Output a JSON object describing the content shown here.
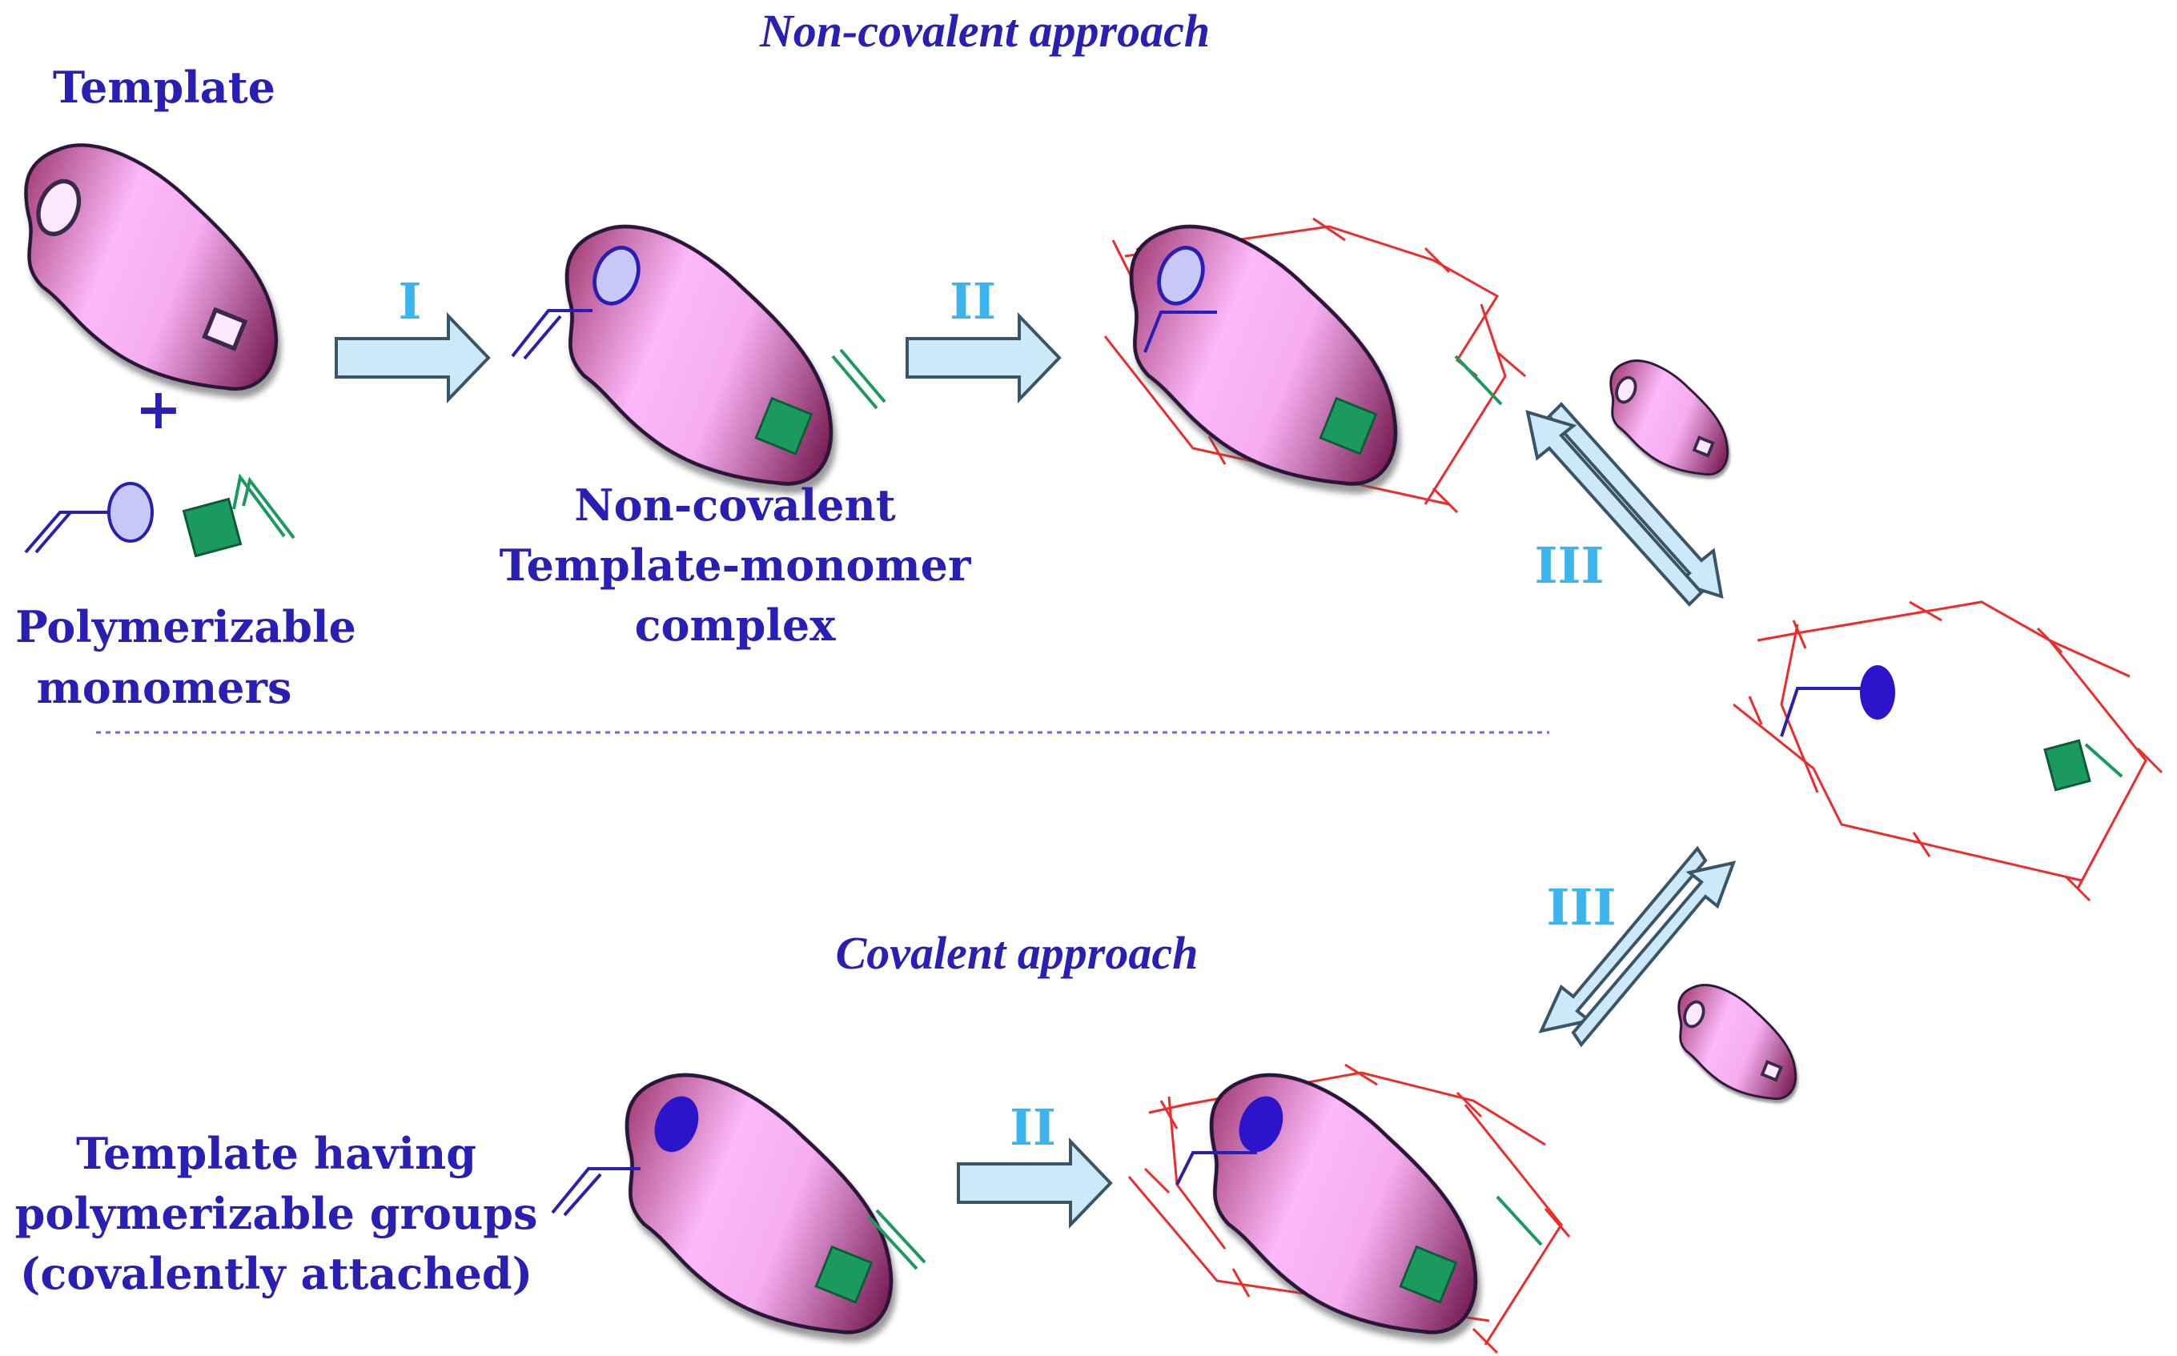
{
  "title_noncovalent": "Non-covalent approach",
  "title_covalent": "Covalent approach",
  "label_template": "Template",
  "label_plus": "+",
  "label_monomers": [
    "Polymerizable",
    "monomers"
  ],
  "label_complex": [
    "Non-covalent",
    "Template-monomer",
    "complex"
  ],
  "label_covalent_template": [
    "Template having",
    "polymerizable groups",
    "(covalently attached)"
  ],
  "steps": {
    "one": "I",
    "two": "II",
    "three": "III"
  },
  "colors": {
    "text": "#2a1fb3",
    "step": "#3bb3ec",
    "polymer": "#ee2b2b",
    "arrow_fill": "#cde8f8",
    "arrow_stroke": "#3a5468",
    "green": "#1a9a5e",
    "blue_site": "#2b14c9",
    "template_light": "#fcb8fa",
    "template_dark": "#7a1e55"
  }
}
